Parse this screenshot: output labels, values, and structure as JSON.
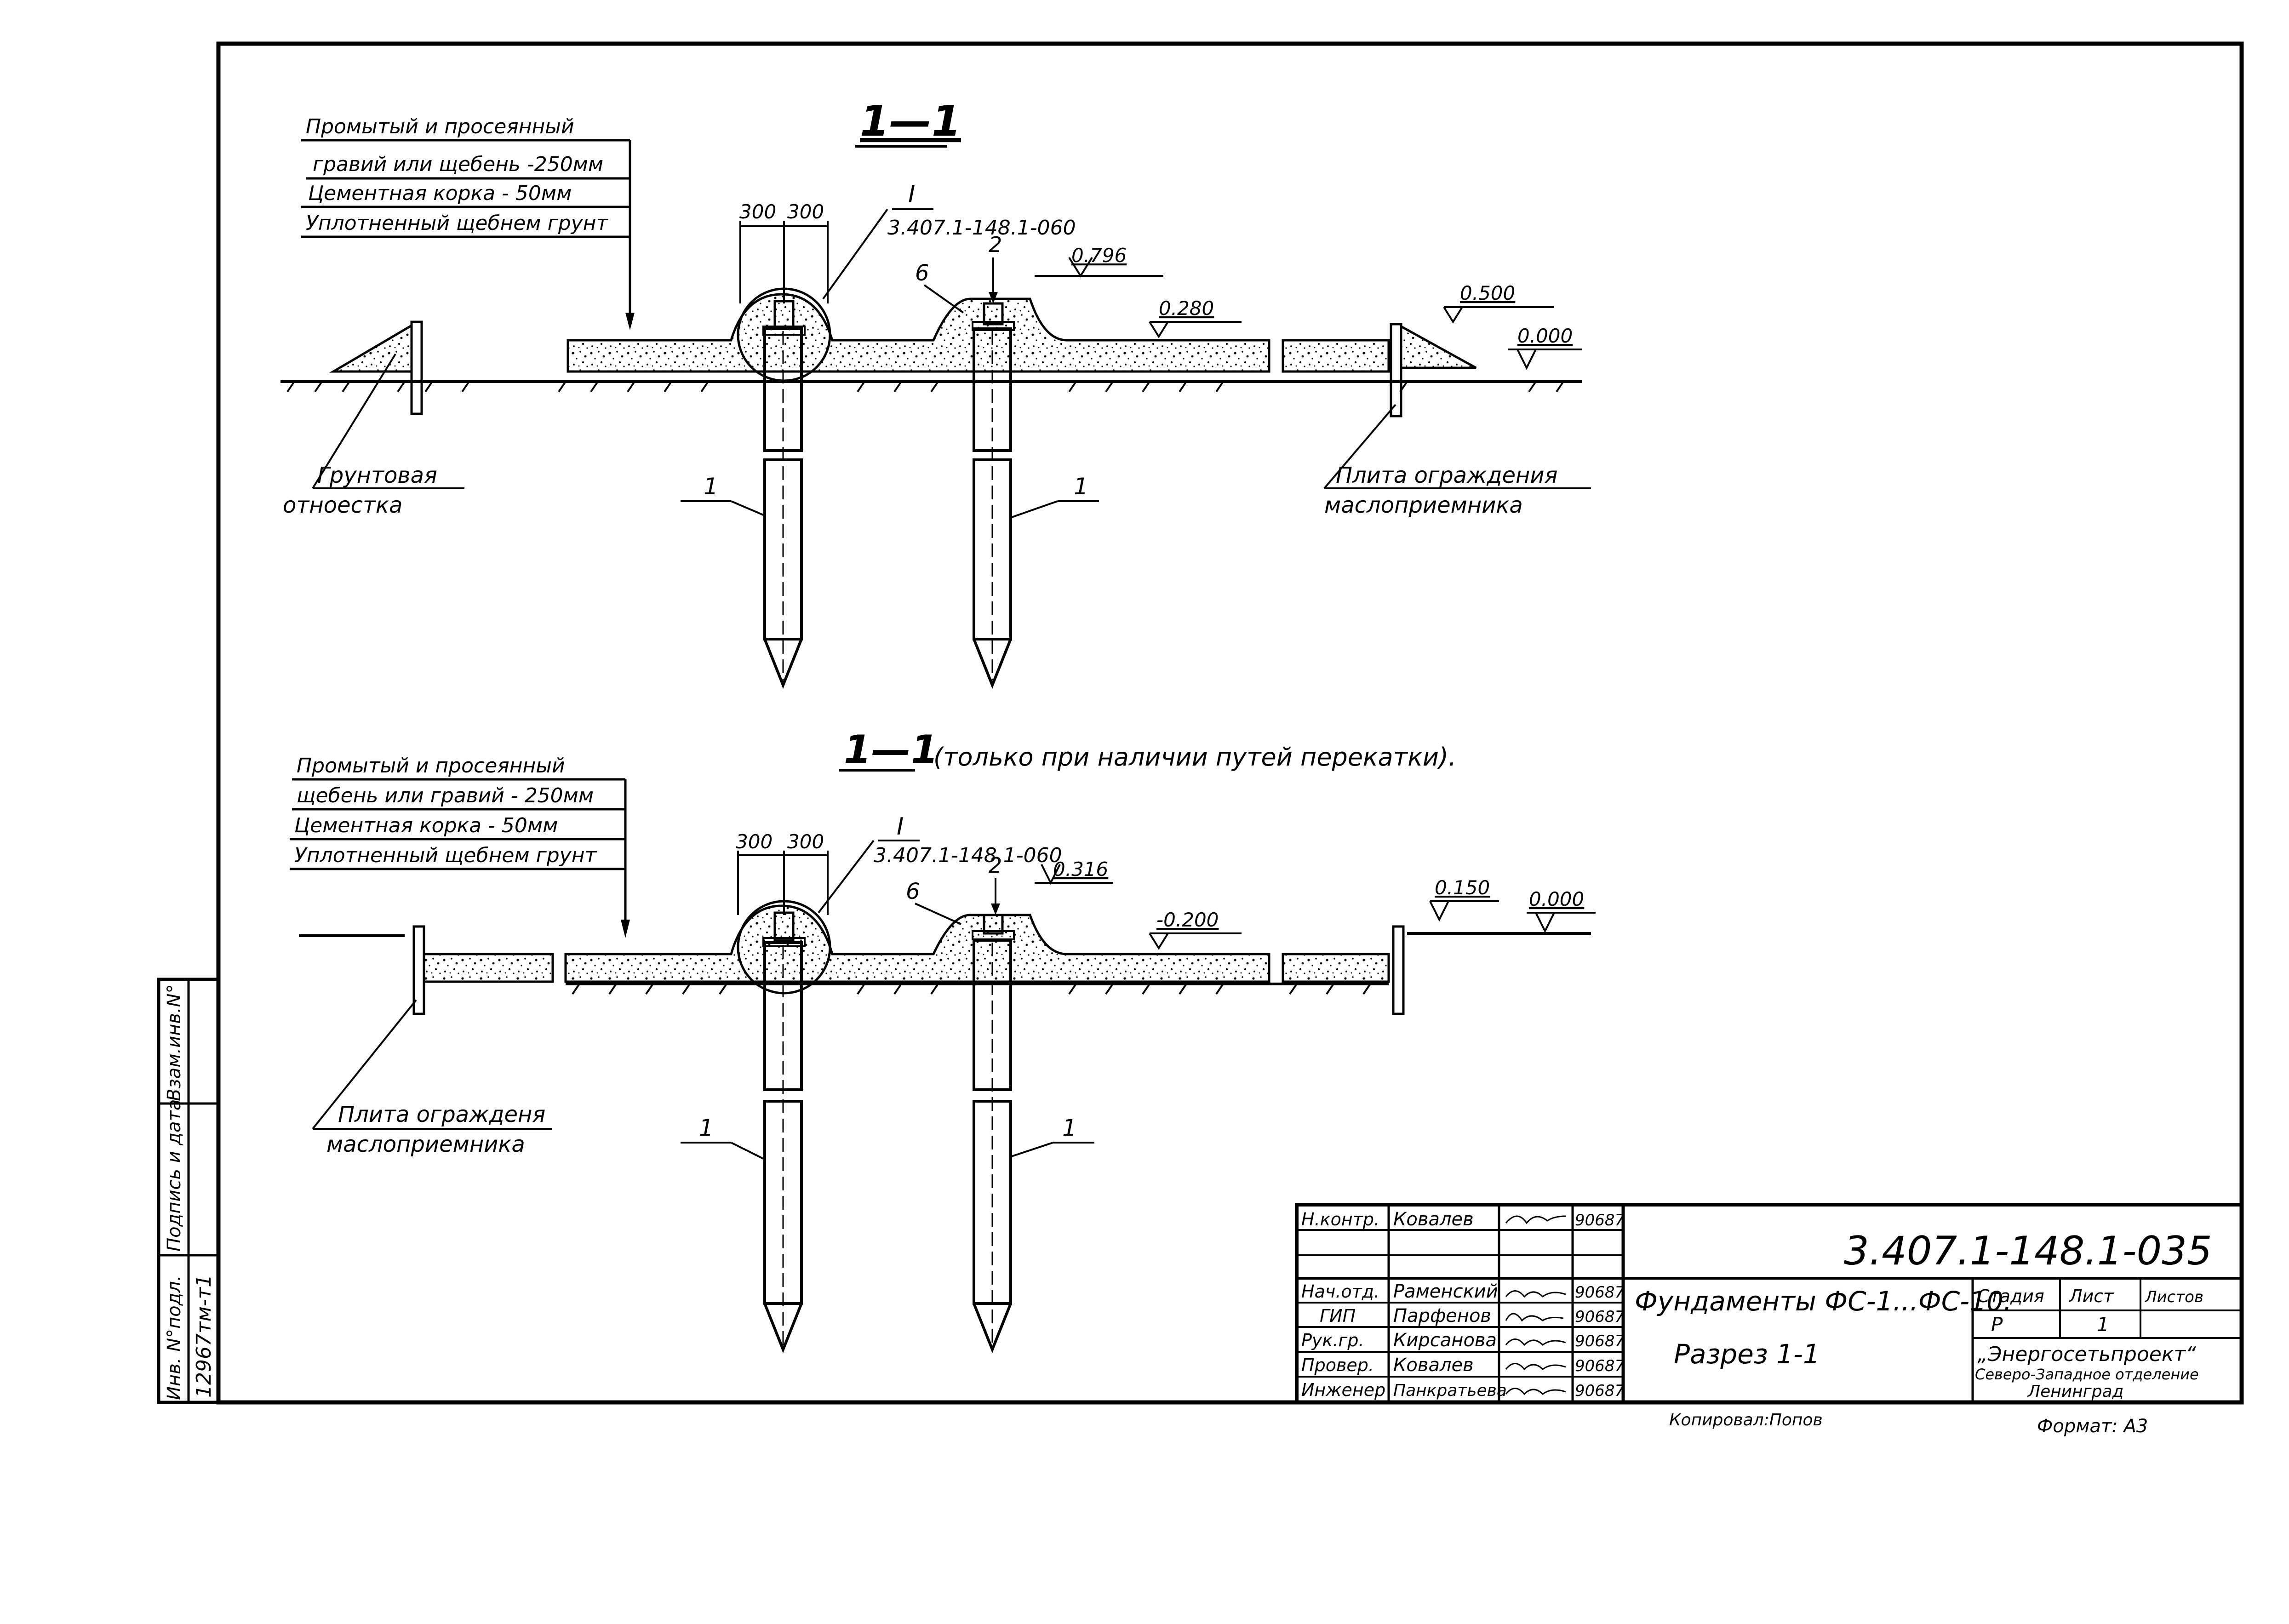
{
  "section_top": {
    "title": "1—1",
    "legend": [
      "Промытый и просеянный",
      "гравий или щебень -250мм",
      "Цементная корка - 50мм",
      "Уплотненный щебнем грунт"
    ],
    "dims": [
      "300",
      "300"
    ],
    "node_mark": "I",
    "node_ref": "3.407.1-148.1-060",
    "mark_6": "6",
    "mark_2": "2",
    "elev_left_pile": "0.796",
    "elev_mid": "0.280",
    "elev_right": "0.500",
    "elev_ground": "0.000",
    "label_slope": [
      "Грунтовая",
      "отноестка"
    ],
    "label_plate": [
      "Плита ограждения",
      "маслоприемника"
    ],
    "pile_mark": "1"
  },
  "section_bottom": {
    "title": "1—1",
    "subtitle": "(только при наличии путей перекатки).",
    "legend": [
      "Промытый и просеянный",
      "щебень или гравий - 250мм",
      "Цементная корка    - 50мм",
      "Уплотненный щебнем грунт"
    ],
    "dims": [
      "300",
      "300"
    ],
    "node_mark": "I",
    "node_ref": "3.407.1-148.1-060",
    "mark_6": "6",
    "mark_2": "2",
    "elev_left_pile": "0.316",
    "elev_mid": "-0.200",
    "elev_right": "0.150",
    "elev_ground": "0.000",
    "label_plate": [
      "Плита огражденя",
      "маслоприемника"
    ],
    "pile_mark": "1"
  },
  "side_stamp": {
    "labels": [
      "Инв. N°подл.",
      "Подпись и дата",
      "Взам.инв.N°"
    ],
    "inv_number": "12967тм-т1"
  },
  "title_block": {
    "rows": [
      {
        "role": "Н.контр.",
        "name": "Ковалев",
        "date": "90687"
      },
      {
        "role": "",
        "name": "",
        "date": ""
      },
      {
        "role": "",
        "name": "",
        "date": ""
      },
      {
        "role": "Нач.отд.",
        "name": "Раменский",
        "date": "90687"
      },
      {
        "role": "ГИП",
        "name": "Парфенов",
        "date": "90687"
      },
      {
        "role": "Рук.гр.",
        "name": "Кирсанова",
        "date": "90687"
      },
      {
        "role": "Провер.",
        "name": "Ковалев",
        "date": "90687"
      },
      {
        "role": "Инженер",
        "name": "Панкратьева",
        "date": "90687"
      }
    ],
    "doc_code": "3.407.1-148.1-035",
    "title_line1": "Фундаменты ФС-1...ФС-10.",
    "title_line2": "Разрез 1-1",
    "stage_label": "Стадия",
    "sheet_label": "Лист",
    "sheets_label": "Листов",
    "stage_value": "Р",
    "sheet_value": "1",
    "org_line1": "„Энергосетьпроект“",
    "org_line2": "Северо-Западное отделение",
    "org_line3": "Ленинград"
  },
  "footer": {
    "copied": "Копировал:Попов",
    "format": "Формат: А3"
  }
}
